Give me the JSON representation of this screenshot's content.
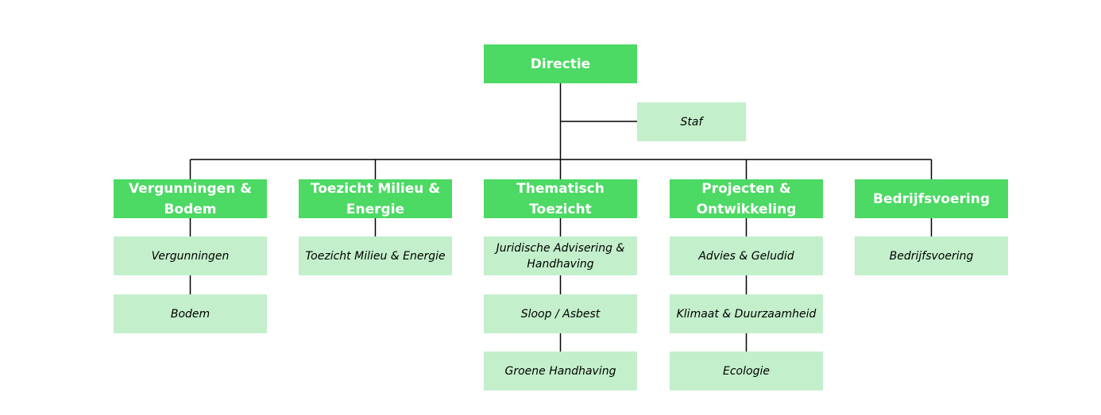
{
  "colors": {
    "primary": "#4cd964",
    "secondary": "#c3efcb",
    "line": "#000000"
  },
  "director": {
    "label": "Directie"
  },
  "staff": {
    "label": "Staf"
  },
  "departments": [
    {
      "label": "Vergunningen & Bodem",
      "units": [
        "Vergunningen",
        "Bodem"
      ]
    },
    {
      "label": "Toezicht Milieu & Energie",
      "units": [
        "Toezicht Milieu & Energie"
      ]
    },
    {
      "label": "Thematisch Toezicht",
      "units": [
        "Juridische Advisering & Handhaving",
        "Sloop / Asbest",
        "Groene Handhaving"
      ]
    },
    {
      "label": "Projecten & Ontwikkeling",
      "units": [
        "Advies & Geludid",
        "Klimaat & Duurzaamheid",
        "Ecologie"
      ]
    },
    {
      "label": "Bedrijfsvoering",
      "units": [
        "Bedrijfsvoering"
      ]
    }
  ]
}
